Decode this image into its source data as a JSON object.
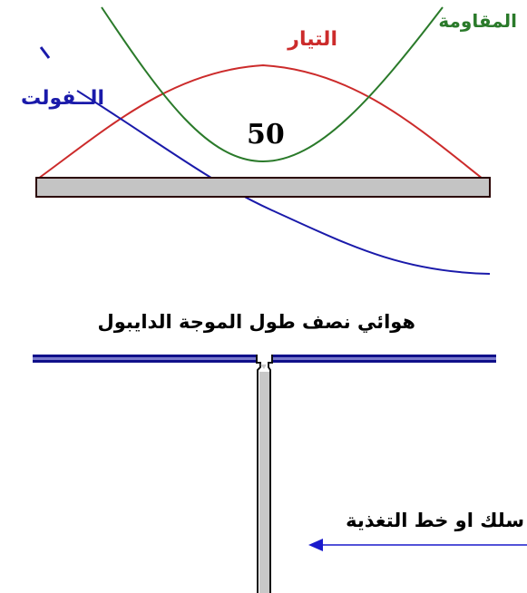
{
  "diagram": {
    "labels": {
      "resistance": "المقاومة",
      "current": "التيار",
      "voltage": "الــفولت",
      "impedance_value": "50",
      "dipole_title": "هوائي نصف طول الموجة الدايبول",
      "feed_line": "سلك او خط التغذية"
    },
    "colors": {
      "current": "#cc2b2b",
      "resistance": "#2a7a2a",
      "voltage": "#1a1aaa",
      "antenna_fill": "#c4c4c4",
      "antenna_outline": "#2a0000",
      "dipole_blue": "#10108a",
      "feed_fill": "#c8c8c8",
      "arrow": "#1a1acc"
    }
  }
}
